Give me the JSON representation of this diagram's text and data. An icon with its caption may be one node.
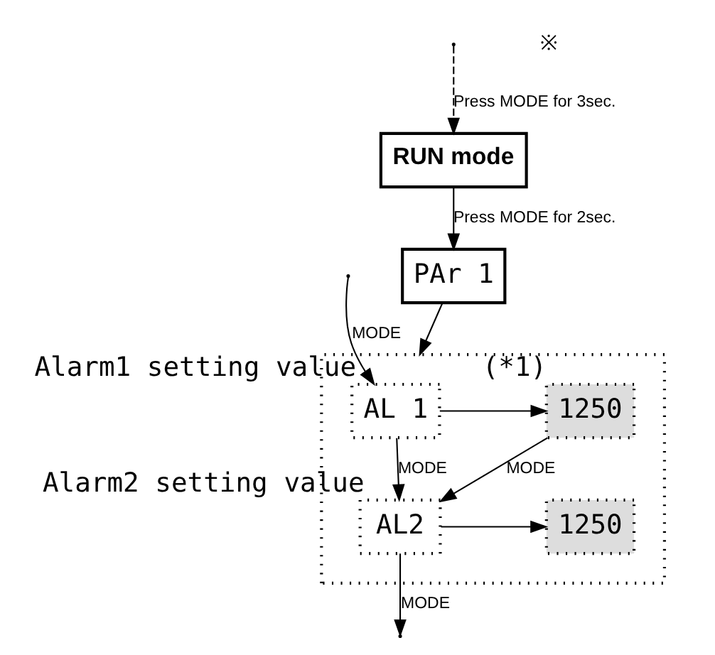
{
  "diagram": {
    "nodes": [
      {
        "text": [
          "RUN mode"
        ]
      },
      {
        "text": [
          "PAr 1"
        ]
      },
      {
        "text": [],
        "shape": "box"
      },
      {
        "text": [
          "AL 1"
        ],
        "in": 2,
        "beside": [
          "Alarm1 setting value"
        ]
      },
      {
        "text": [
          "1250"
        ],
        "in": 2,
        "beside": [
          "(*1)"
        ]
      },
      {
        "text": [
          "AL2"
        ],
        "in": 2,
        "beside": [
          "Alarm2 setting value"
        ]
      },
      {
        "text": [
          "1250"
        ],
        "in": 2
      }
    ],
    "edges": [
      {
        "from": null,
        "to": 0,
        "arrow": "to",
        "style": "dashed",
        "label": "Press MODE for 3sec."
      },
      {
        "from": 0,
        "to": 1,
        "arrow": "to",
        "label": "Press MODE for 2sec."
      },
      {
        "from": 1,
        "to": 2,
        "arrow": "to"
      },
      {
        "from": null,
        "to": 3,
        "arrow": "to",
        "label": "MODE"
      },
      {
        "from": 3,
        "to": 4,
        "arrow": "to"
      },
      {
        "from": 3,
        "to": 5,
        "arrow": "to",
        "label": "MODE"
      },
      {
        "from": 4,
        "to": 5,
        "arrow": "to",
        "label": "MODE"
      },
      {
        "from": 5,
        "to": 6,
        "arrow": "to"
      },
      {
        "from": 5,
        "to": null,
        "arrow": "to",
        "label": "MODE"
      }
    ],
    "labels": [
      "※"
    ]
  }
}
